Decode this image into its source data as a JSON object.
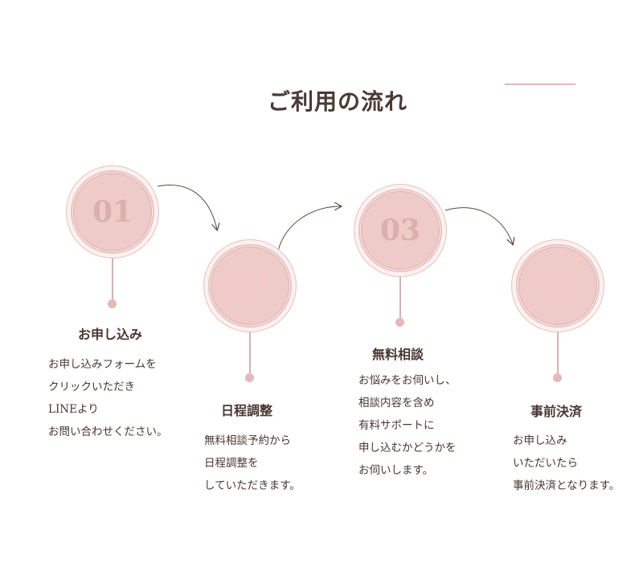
{
  "page": {
    "title": "ご利用の流れ"
  },
  "steps": [
    {
      "num": "01",
      "label": "お申し込み",
      "lines": [
        "お申し込みフォームを",
        "クリックいただき",
        "LINEより",
        "お問い合わせください。"
      ]
    },
    {
      "num": "02",
      "label": "日程調整",
      "lines": [
        "無料相談予約から",
        "日程調整を",
        "していただきます。"
      ]
    },
    {
      "num": "03",
      "label": "無料相談",
      "lines": [
        "お悩みをお伺いし、",
        "相談内容を含め",
        "有料サポートに",
        "申し込むかどうかを",
        "お伺いします。"
      ]
    },
    {
      "num": "04",
      "label": "事前決済",
      "lines": [
        "お申し込み",
        "いただいたら",
        "事前決済となります。"
      ]
    }
  ],
  "colors": {
    "accent": "#e7c3c0",
    "circle_fill": "#eecbc8",
    "text": "#4a3630"
  }
}
